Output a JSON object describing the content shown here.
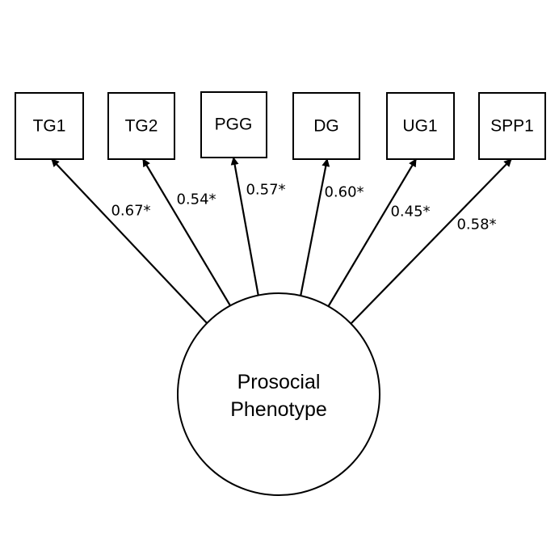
{
  "latent": {
    "line1": "Prosocial",
    "line2": "Phenotype"
  },
  "indicators": [
    {
      "label": "TG1",
      "loading": "0.67*"
    },
    {
      "label": "TG2",
      "loading": "0.54*"
    },
    {
      "label": "PGG",
      "loading": "0.57*"
    },
    {
      "label": "DG",
      "loading": "0.60*"
    },
    {
      "label": "UG1",
      "loading": "0.45*"
    },
    {
      "label": "SPP1",
      "loading": "0.58*"
    }
  ],
  "colors": {
    "stroke": "#000000",
    "background": "#ffffff"
  }
}
